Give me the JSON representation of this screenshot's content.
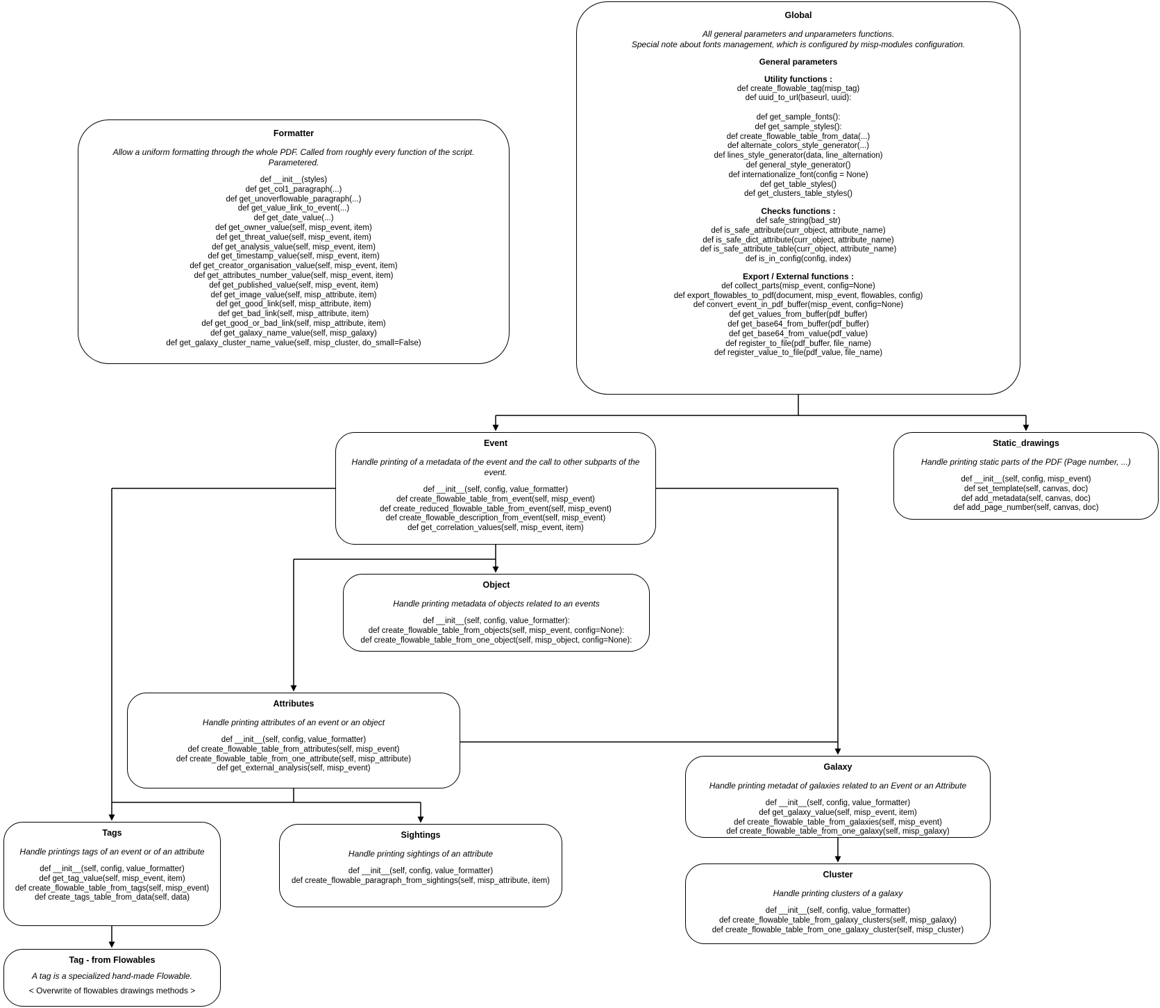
{
  "diagram": {
    "boxes": {
      "formatter": {
        "title": "Formatter",
        "description": "Allow a uniform formatting through the whole PDF. Called from roughly every function of the script. Parametered.",
        "sections": [
          {
            "lines": [
              "def __init__(styles)",
              "def get_col1_paragraph(...)",
              "def get_unoverflowable_paragraph(...)",
              "def get_value_link_to_event(...)",
              "def get_date_value(...)",
              "def get_owner_value(self, misp_event, item)",
              "def get_threat_value(self, misp_event, item)",
              "def get_analysis_value(self, misp_event, item)",
              "def get_timestamp_value(self, misp_event, item)",
              "def get_creator_organisation_value(self, misp_event, item)",
              "def get_attributes_number_value(self, misp_event, item)",
              "def get_published_value(self, misp_event, item)",
              "def get_image_value(self, misp_attribute, item)",
              "def get_good_link(self, misp_attribute, item)",
              "def get_bad_link(self, misp_attribute, item)",
              "def get_good_or_bad_link(self, misp_attribute, item)",
              "def get_galaxy_name_value(self, misp_galaxy)",
              "def get_galaxy_cluster_name_value(self, misp_cluster, do_small=False)"
            ]
          }
        ]
      },
      "global": {
        "title": "Global",
        "description": "All general parameters and unparameters functions.\nSpecial note about fonts management, which is configured by misp-modules configuration.",
        "sections": [
          {
            "header": "General parameters",
            "lines": []
          },
          {
            "header": "Utility functions :",
            "lines": [
              "def create_flowable_tag(misp_tag)",
              "def uuid_to_url(baseurl, uuid):",
              "",
              "def get_sample_fonts():",
              "def get_sample_styles():",
              "def create_flowable_table_from_data(...)",
              "def alternate_colors_style_generator(...)",
              "def lines_style_generator(data, line_alternation)",
              "def general_style_generator()",
              "def internationalize_font(config = None)",
              "def get_table_styles()",
              "def get_clusters_table_styles()"
            ]
          },
          {
            "header": "Checks functions :",
            "lines": [
              "def safe_string(bad_str)",
              "def is_safe_attribute(curr_object, attribute_name)",
              "def is_safe_dict_attribute(curr_object, attribute_name)",
              "def is_safe_attribute_table(curr_object, attribute_name)",
              "def is_in_config(config, index)"
            ]
          },
          {
            "header": "Export / External functions :",
            "lines": [
              "def collect_parts(misp_event, config=None)",
              "def export_flowables_to_pdf(document, misp_event, flowables, config)",
              "def convert_event_in_pdf_buffer(misp_event, config=None)",
              "def get_values_from_buffer(pdf_buffer)",
              "def get_base64_from_buffer(pdf_buffer)",
              "def get_base64_from_value(pdf_value)",
              "def register_to_file(pdf_buffer, file_name)",
              "def register_value_to_file(pdf_value, file_name)"
            ]
          }
        ]
      },
      "event": {
        "title": "Event",
        "description": "Handle printing of a metadata of the event and the call to other subparts of the event.",
        "sections": [
          {
            "lines": [
              "def __init__(self, config, value_formatter)",
              "def create_flowable_table_from_event(self, misp_event)",
              "def create_reduced_flowable_table_from_event(self, misp_event)",
              "def create_flowable_description_from_event(self, misp_event)",
              "def get_correlation_values(self, misp_event, item)"
            ]
          }
        ]
      },
      "static_drawings": {
        "title": "Static_drawings",
        "description": "Handle printing static parts of the PDF (Page number, ...)",
        "sections": [
          {
            "lines": [
              "def __init__(self, config, misp_event)",
              "def set_template(self, canvas, doc)",
              "def add_metadata(self, canvas, doc)",
              "def add_page_number(self, canvas, doc)"
            ]
          }
        ]
      },
      "object": {
        "title": "Object",
        "description": "Handle printing metadata of objects related to an events",
        "sections": [
          {
            "lines": [
              "def __init__(self, config, value_formatter):",
              "def create_flowable_table_from_objects(self, misp_event, config=None):",
              "def create_flowable_table_from_one_object(self, misp_object, config=None):"
            ]
          }
        ]
      },
      "attributes": {
        "title": "Attributes",
        "description": "Handle printing attributes of an event or an object",
        "sections": [
          {
            "lines": [
              "def __init__(self, config, value_formatter)",
              "def create_flowable_table_from_attributes(self, misp_event)",
              "def create_flowable_table_from_one_attribute(self, misp_attribute)",
              "def get_external_analysis(self, misp_event)"
            ]
          }
        ]
      },
      "galaxy": {
        "title": "Galaxy",
        "description": "Handle printing metadat of galaxies related to an Event or an Attribute",
        "sections": [
          {
            "lines": [
              "def __init__(self, config, value_formatter)",
              "def get_galaxy_value(self, misp_event, item)",
              "def create_flowable_table_from_galaxies(self, misp_event)",
              "def create_flowable_table_from_one_galaxy(self, misp_galaxy)"
            ]
          }
        ]
      },
      "tags": {
        "title": "Tags",
        "description": "Handle printings tags of an event or of an attribute",
        "sections": [
          {
            "lines": [
              "def __init__(self, config, value_formatter)",
              "def get_tag_value(self, misp_event, item)",
              "def create_flowable_table_from_tags(self, misp_event)",
              "def create_tags_table_from_data(self, data)"
            ]
          }
        ]
      },
      "sightings": {
        "title": "Sightings",
        "description": "Handle printing sightings of an attribute",
        "sections": [
          {
            "lines": [
              "def __init__(self, config, value_formatter)",
              "def create_flowable_paragraph_from_sightings(self, misp_attribute, item)"
            ]
          }
        ]
      },
      "cluster": {
        "title": "Cluster",
        "description": "Handle printing clusters of a galaxy",
        "sections": [
          {
            "lines": [
              "def __init__(self, config, value_formatter)",
              "def create_flowable_table_from_galaxy_clusters(self, misp_galaxy)",
              "def create_flowable_table_from_one_galaxy_cluster(self, misp_cluster)"
            ]
          }
        ]
      },
      "tag_flowables": {
        "title": "Tag - from Flowables",
        "description": "A tag is a specialized  hand-made Flowable.",
        "footer": "< Overwrite of flowables drawings methods >",
        "sections": []
      }
    }
  }
}
